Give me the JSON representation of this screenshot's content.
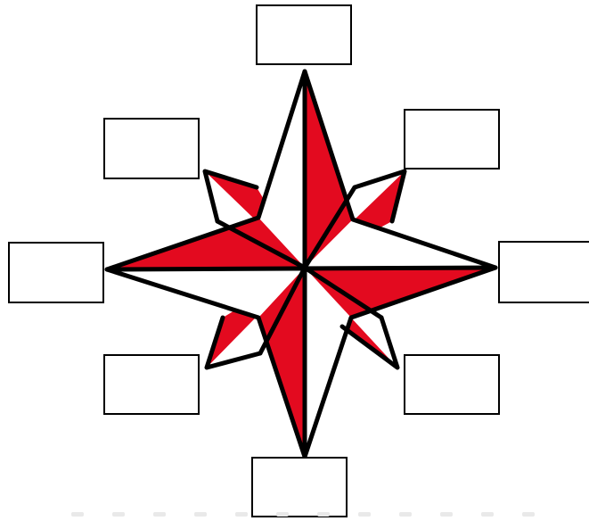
{
  "colors": {
    "red": "#e30a1f",
    "white": "#ffffff",
    "outline": "#000000",
    "label_border": "#000000"
  },
  "compass_rose": {
    "points": 8,
    "style": "two-tone red and white compass rose"
  },
  "label_boxes": [
    {
      "direction": "north",
      "text": ""
    },
    {
      "direction": "northeast",
      "text": ""
    },
    {
      "direction": "east",
      "text": ""
    },
    {
      "direction": "southeast",
      "text": ""
    },
    {
      "direction": "south",
      "text": ""
    },
    {
      "direction": "southwest",
      "text": ""
    },
    {
      "direction": "west",
      "text": ""
    },
    {
      "direction": "northwest",
      "text": ""
    }
  ]
}
